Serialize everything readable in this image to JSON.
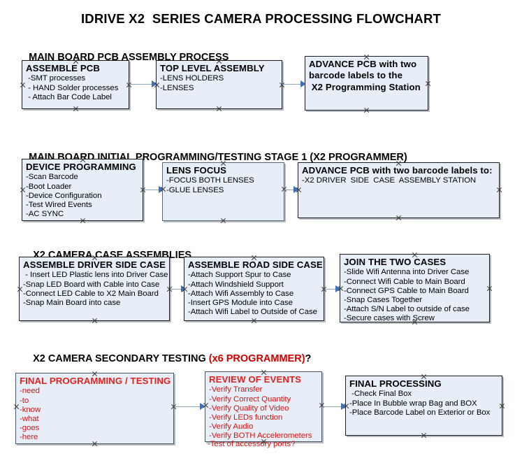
{
  "document": {
    "title": "IDRIVE X2  SERIES CAMERA PROCESSING FLOWCHART"
  },
  "colors": {
    "box_fill": "#e8eef7",
    "box_border": "#1b1b1b",
    "red_text": "#d01414",
    "connector": "#8ea4bd",
    "arrowhead": "#3f6fb5"
  },
  "sections": [
    {
      "id": "section-1",
      "title": "MAIN BOARD PCB ASSEMBLY PROCESS",
      "title_red": "",
      "title_suffix": "",
      "nodes": [
        {
          "id": "assemble-pcb",
          "header": "ASSEMBLE PCB",
          "items": [
            " -SMT processes",
            " - HAND Solder processes",
            " - Attach Bar Code Label"
          ]
        },
        {
          "id": "top-level-assembly",
          "header": "TOP LEVEL ASSEMBLY",
          "items": [
            "-LENS HOLDERS",
            "-LENSES"
          ]
        },
        {
          "id": "advance-pcb-programming-station",
          "header": "ADVANCE PCB with two",
          "items": [
            "barcode labels to the",
            " X2 Programming Station"
          ]
        }
      ]
    },
    {
      "id": "section-2",
      "title": "MAIN BOARD INITIAL PROGRAMMING/TESTING STAGE 1 (X2 PROGRAMMER)",
      "title_red": "",
      "title_suffix": "",
      "nodes": [
        {
          "id": "device-programming",
          "header": "DEVICE PROGRAMMING",
          "items": [
            "-Scan Barcode",
            "-Boot Loader",
            "-Device Configuration",
            "-Test Wired Events",
            "-AC SYNC"
          ]
        },
        {
          "id": "lens-focus",
          "header": "LENS FOCUS",
          "items": [
            "-FOCUS BOTH LENSES",
            "-GLUE LENSES"
          ]
        },
        {
          "id": "advance-pcb-driver-side-case",
          "header": "ADVANCE PCB with two barcode labels to:",
          "items": [
            "-X2 DRIVER  SIDE  CASE  ASSEMBLY STATION"
          ]
        }
      ]
    },
    {
      "id": "section-3",
      "title": "X2 CAMERA CASE ASSEMBLIES",
      "title_red": "",
      "title_suffix": "",
      "nodes": [
        {
          "id": "assemble-driver-side-case",
          "header": "ASSEMBLE DRIVER SIDE CASE",
          "items": [
            " - Insert LED Plastic lens into Driver Case",
            "-Snap LED Board with Cable into Case",
            "-Connect LED Cable to X2 Main Board",
            "-Snap Main Board into case"
          ]
        },
        {
          "id": "assemble-road-side-case",
          "header": "ASSEMBLE ROAD SIDE CASE",
          "items": [
            "-Attach Support Spur to Case",
            "-Attach Windshield Support",
            "-Attach Wifi Assembly to Case",
            "-Insert GPS Module into Case",
            "-Attach Wifi Label to Outside of Case"
          ]
        },
        {
          "id": "join-the-two-cases",
          "header": "JOIN THE TWO CASES",
          "items": [
            "-Slide Wifi Antenna into Driver Case",
            "-Connect Wifi Cable to Main Board",
            "-Connect GPS Cable to Main Board",
            "-Snap Cases Together",
            "-Attach S/N Label to outside of case",
            "-Secure cases with Screw"
          ]
        }
      ]
    },
    {
      "id": "section-4",
      "title": "X2 CAMERA SECONDARY TESTING ",
      "title_red": "(x6 PROGRAMMER)",
      "title_suffix": "?",
      "nodes": [
        {
          "id": "final-programming-testing",
          "header": "FINAL PROGRAMMING / TESTING",
          "items": [
            "-need",
            "-to",
            "-know",
            "-what",
            "-goes",
            "-here"
          ]
        },
        {
          "id": "review-of-events",
          "header": "REVIEW OF EVENTS",
          "items": [
            "-Verify Transfer",
            "-Verify Correct Quantity",
            "-Verify Quality of Video",
            "-Verify LEDs function",
            "-Verify Audio",
            "-Verify BOTH Accelerometers"
          ],
          "overflow_item": "-Test of accessory ports?"
        },
        {
          "id": "final-processing",
          "header": "FINAL PROCESSING",
          "items": [
            " -Check Final Box",
            "-Place In Bubble wrap Bag and BOX",
            "-Place Barcode Label on Exterior or Box"
          ]
        }
      ]
    }
  ]
}
